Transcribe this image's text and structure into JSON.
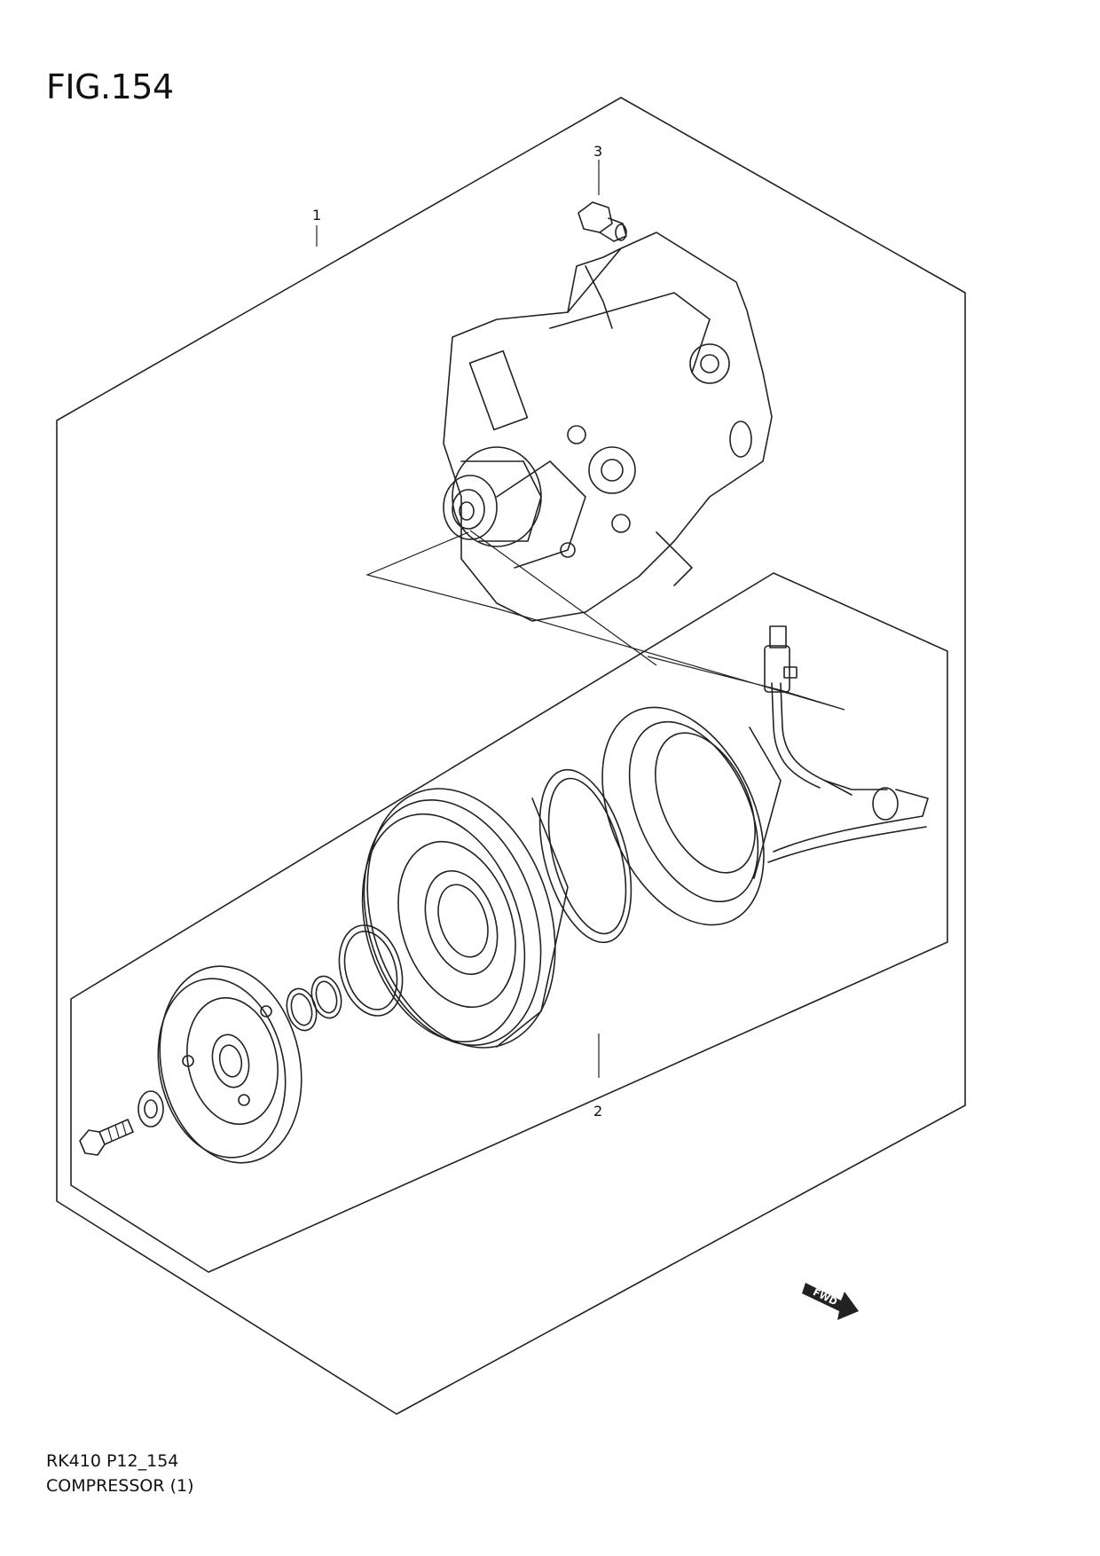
{
  "figure": {
    "title": "FIG.154",
    "model_code": "RK410 P12_154",
    "caption": "COMPRESSOR (1)"
  },
  "callouts": [
    {
      "id": "1",
      "label": "1"
    },
    {
      "id": "2",
      "label": "2"
    },
    {
      "id": "3",
      "label": "3"
    }
  ],
  "direction_marker": {
    "label": "FWD"
  },
  "colors": {
    "line": "#222222",
    "background": "#ffffff"
  }
}
